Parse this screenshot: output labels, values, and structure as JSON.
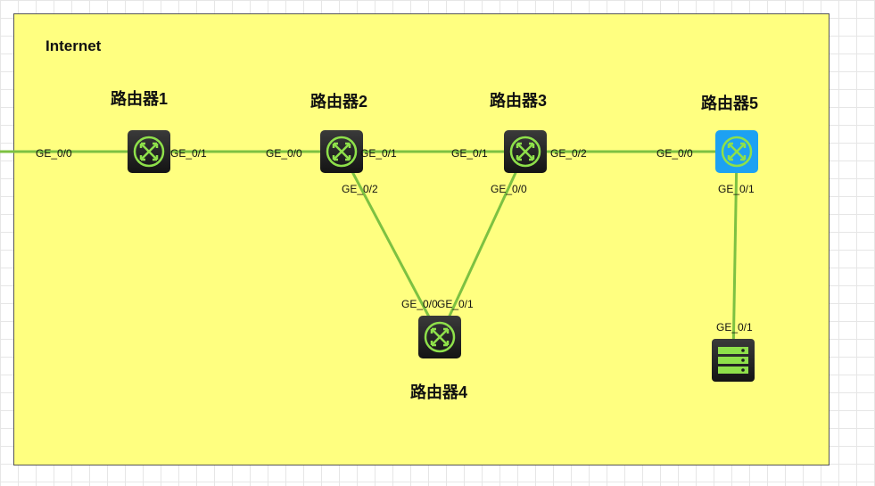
{
  "zone": {
    "title": "Internet"
  },
  "colors": {
    "zone_fill": "#ffff80",
    "link": "#7dc142",
    "router_body": "#1f1f1f",
    "router_selected": "#1da1f2",
    "icon_accent": "#8ee04a"
  },
  "nodes": {
    "r1": {
      "label": "路由器1",
      "icon": "router-icon"
    },
    "r2": {
      "label": "路由器2",
      "icon": "router-icon"
    },
    "r3": {
      "label": "路由器3",
      "icon": "router-icon"
    },
    "r4": {
      "label": "路由器4",
      "icon": "router-icon"
    },
    "r5": {
      "label": "路由器5",
      "icon": "router-icon",
      "selected": true
    },
    "srv": {
      "label": "",
      "icon": "server-icon"
    }
  },
  "ports": {
    "ext_r1": "GE_0/0",
    "r1_r2_a": "GE_0/1",
    "r1_r2_b": "GE_0/0",
    "r2_r3_a": "GE_0/1",
    "r2_r3_b": "GE_0/1",
    "r3_r5_a": "GE_0/2",
    "r3_r5_b": "GE_0/0",
    "r2_r4_a": "GE_0/2",
    "r2_r4_b": "GE_0/0",
    "r3_r4_a": "GE_0/0",
    "r3_r4_b": "GE_0/1",
    "r5_srv_a": "GE_0/1",
    "r5_srv_b": "GE_0/1"
  }
}
